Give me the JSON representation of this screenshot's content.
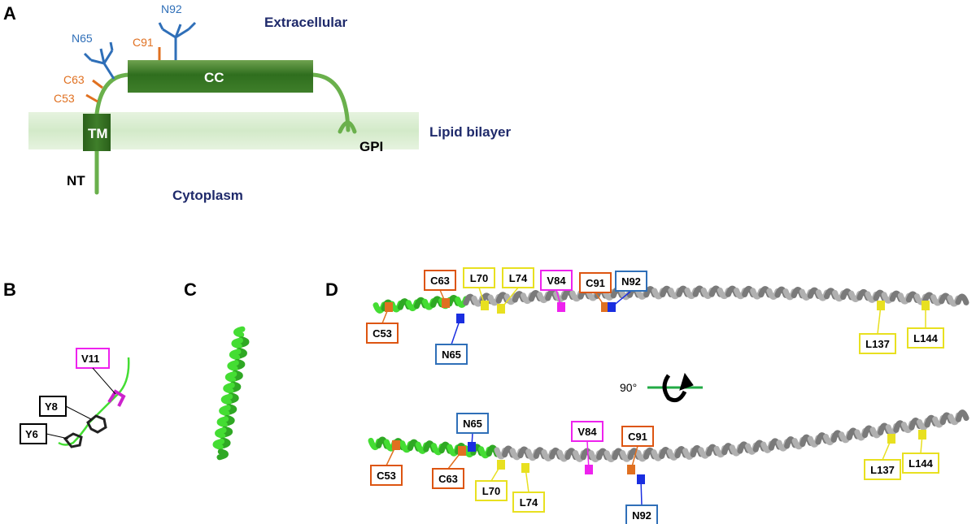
{
  "panels": {
    "a": "A",
    "b": "B",
    "c": "C",
    "d": "D"
  },
  "schematic": {
    "extracellular": "Extracellular",
    "lipid_bilayer": "Lipid bilayer",
    "cytoplasm": "Cytoplasm",
    "tm": "TM",
    "cc": "CC",
    "gpi": "GPI",
    "nt": "NT",
    "sites": {
      "n92": "N92",
      "n65": "N65",
      "c91": "C91",
      "c63": "C63",
      "c53": "C53"
    }
  },
  "panel_b": {
    "v11": "V11",
    "y8": "Y8",
    "y6": "Y6"
  },
  "panel_d": {
    "top": {
      "c63": "C63",
      "l70": "L70",
      "l74": "L74",
      "v84": "V84",
      "c91": "C91",
      "n92": "N92",
      "c53": "C53",
      "n65": "N65",
      "l137": "L137",
      "l144": "L144"
    },
    "bottom": {
      "n65": "N65",
      "v84": "V84",
      "c91": "C91",
      "c53": "C53",
      "c63": "C63",
      "l70": "L70",
      "l74": "L74",
      "n92": "N92",
      "l137": "L137",
      "l144": "L144"
    },
    "rotation": "90°"
  },
  "colors": {
    "membrane": "#d8ecd0",
    "protein_dark": "#2f6e1e",
    "protein_line": "#6ab04c",
    "helix_green": "#44dd33",
    "helix_gray": "#a8a8a8",
    "cysteine": "#e07020",
    "glycan": "#2f6fb8",
    "leucine": "#e8e020",
    "valine": "#ee22ee",
    "asparagine": "#1a2ee0",
    "label_navy": "#1f2a6b"
  },
  "icons": [
    "rotation-arrow-icon",
    "glycan-icon"
  ]
}
